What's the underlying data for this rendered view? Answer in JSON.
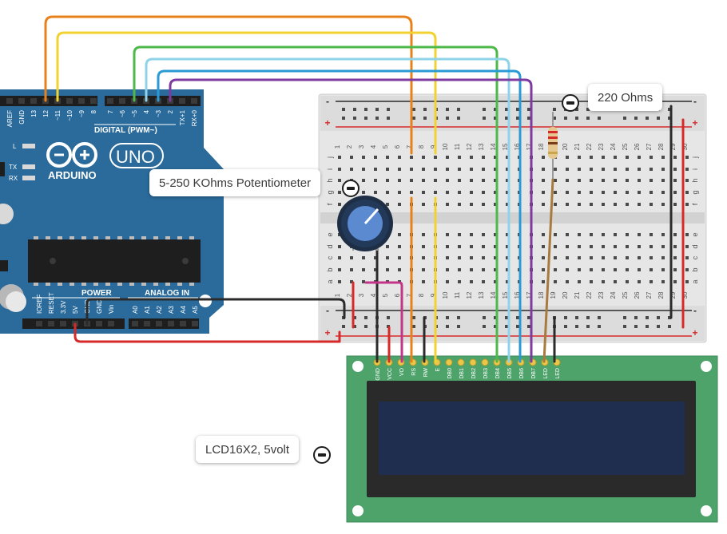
{
  "arduino": {
    "logo": "ARDUINO",
    "model": "UNO",
    "digital_label": "DIGITAL (PWM~)",
    "power_label": "POWER",
    "analog_label": "ANALOG IN",
    "header_top_labels": [
      "AREF",
      "GND",
      "13",
      "12",
      "~11",
      "~10",
      "~9",
      "8",
      "7",
      "~6",
      "~5",
      "4",
      "~3",
      "2",
      "TX+1",
      "RX+0"
    ],
    "power_pins": [
      "IOREF",
      "RESET",
      "3.3V",
      "5V",
      "GND",
      "GND",
      "Vin"
    ],
    "analog_pins": [
      "A0",
      "A1",
      "A2",
      "A3",
      "A4",
      "A5"
    ],
    "leds": [
      "L",
      "TX",
      "RX"
    ]
  },
  "breadboard": {
    "columns": [
      "1",
      "2",
      "3",
      "4",
      "5",
      "6",
      "7",
      "8",
      "9",
      "10",
      "11",
      "12",
      "13",
      "14",
      "15",
      "16",
      "17",
      "18",
      "19",
      "20",
      "21",
      "22",
      "23",
      "24",
      "25",
      "26",
      "27",
      "28",
      "29",
      "30"
    ],
    "rows_top": [
      "j",
      "i",
      "h",
      "g",
      "f"
    ],
    "rows_bottom": [
      "e",
      "d",
      "c",
      "b",
      "a"
    ],
    "rail_plus": "+",
    "rail_minus": "-"
  },
  "lcd": {
    "pins": [
      "GND",
      "VCC",
      "VO",
      "RS",
      "RW",
      "E",
      "DB0",
      "DB1",
      "DB2",
      "DB3",
      "DB4",
      "DB5",
      "DB6",
      "DB7",
      "LED",
      "LED"
    ]
  },
  "callouts": {
    "resistor": "220 Ohms",
    "potentiometer": "5-250 KOhms Potentiometer",
    "lcd": "LCD16X2, 5volt"
  },
  "colors": {
    "arduino_board": "#2a6b9c",
    "lcd_board": "#4ea36b",
    "lcd_screen": "#1f2d4e",
    "wire_orange": "#e8811a",
    "wire_yellow": "#f2d230",
    "wire_green": "#4db94a",
    "wire_lightblue": "#8fd3e8",
    "wire_blue": "#2a9ad4",
    "wire_purple": "#7d3aa0",
    "wire_red": "#d62a2a",
    "wire_black": "#2b2b2b",
    "wire_pink": "#c4358a",
    "wire_brown": "#a97a3e"
  }
}
